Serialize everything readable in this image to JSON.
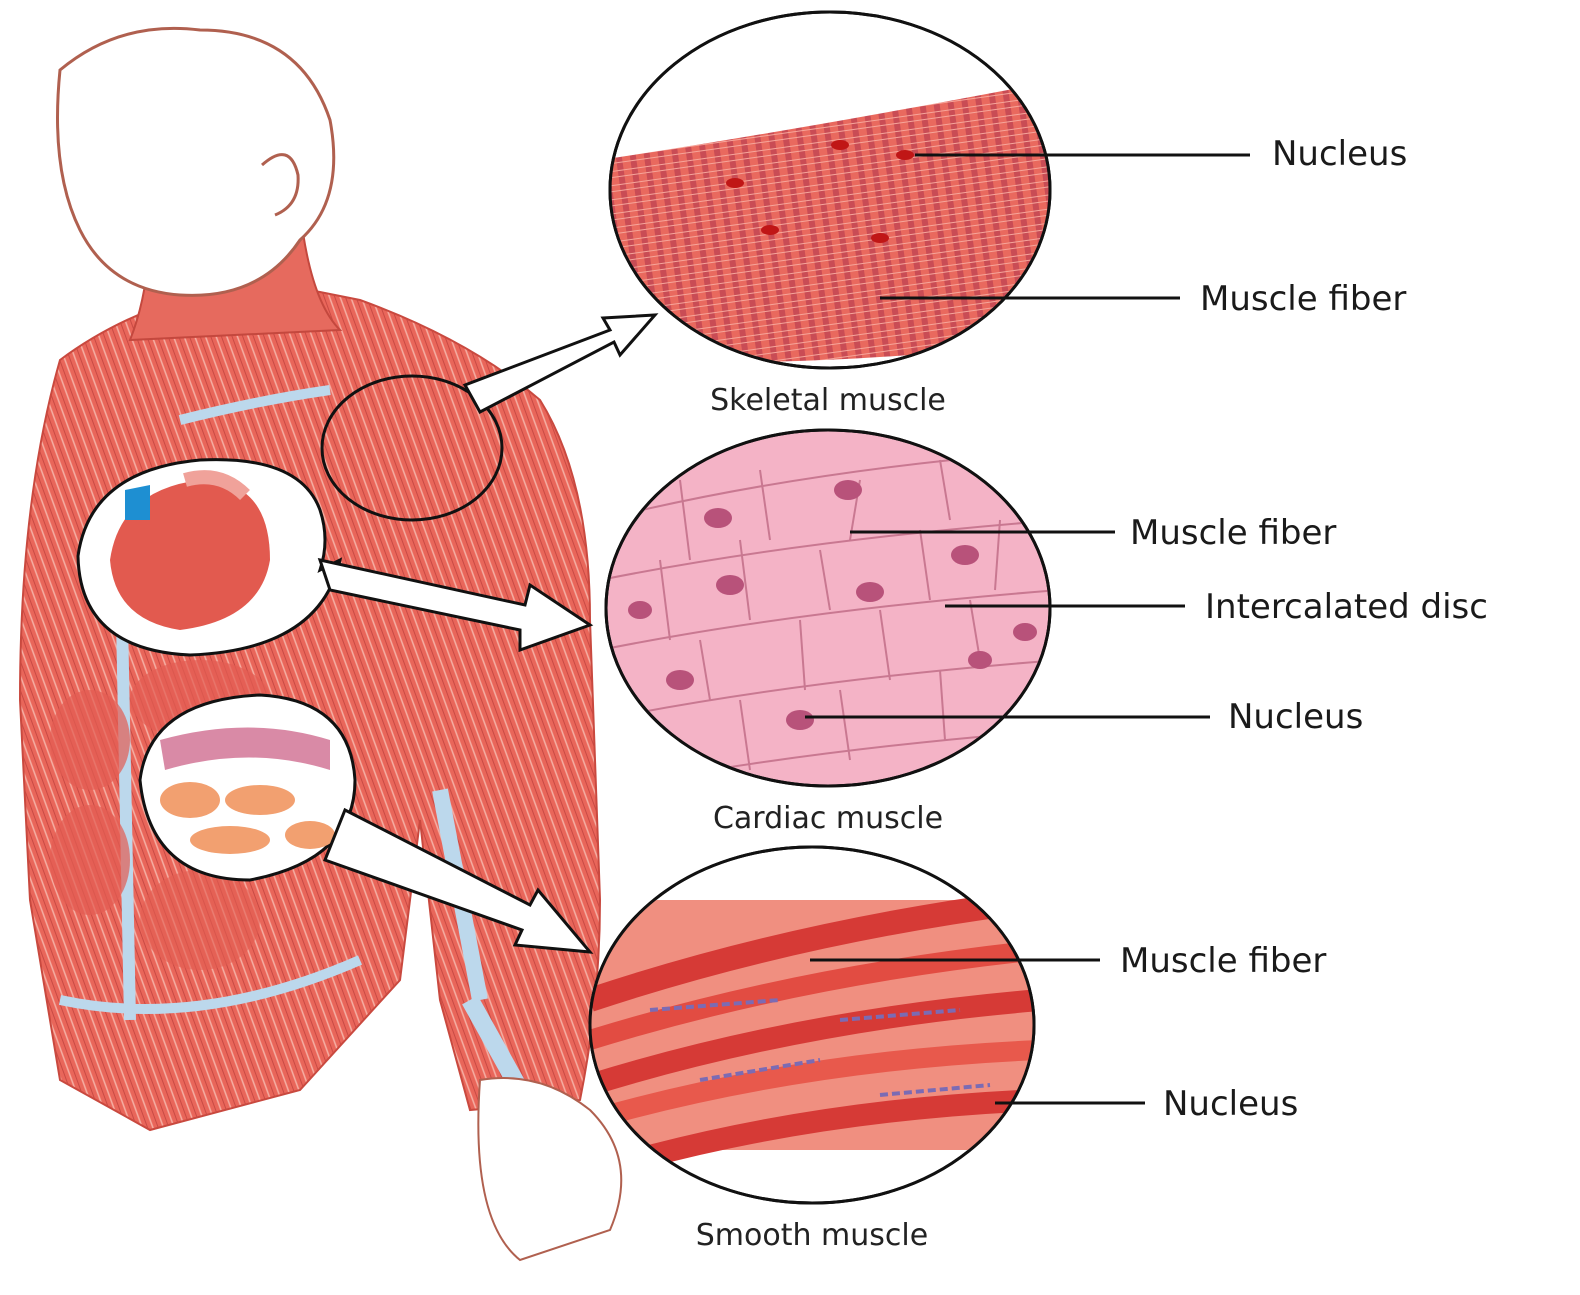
{
  "panels": [
    {
      "caption": "Skeletal muscle",
      "labels": [
        "Nucleus",
        "Muscle fiber"
      ]
    },
    {
      "caption": "Cardiac muscle",
      "labels": [
        "Muscle fiber",
        "Intercalated disc",
        "Nucleus"
      ]
    },
    {
      "caption": "Smooth muscle",
      "labels": [
        "Muscle fiber",
        "Nucleus"
      ]
    }
  ],
  "colors": {
    "muscle": "#e8574a",
    "muscle_light": "#f3a094",
    "cardiac": "#f2a6bd",
    "tendon": "#bcd8ec",
    "outline": "#111111"
  }
}
